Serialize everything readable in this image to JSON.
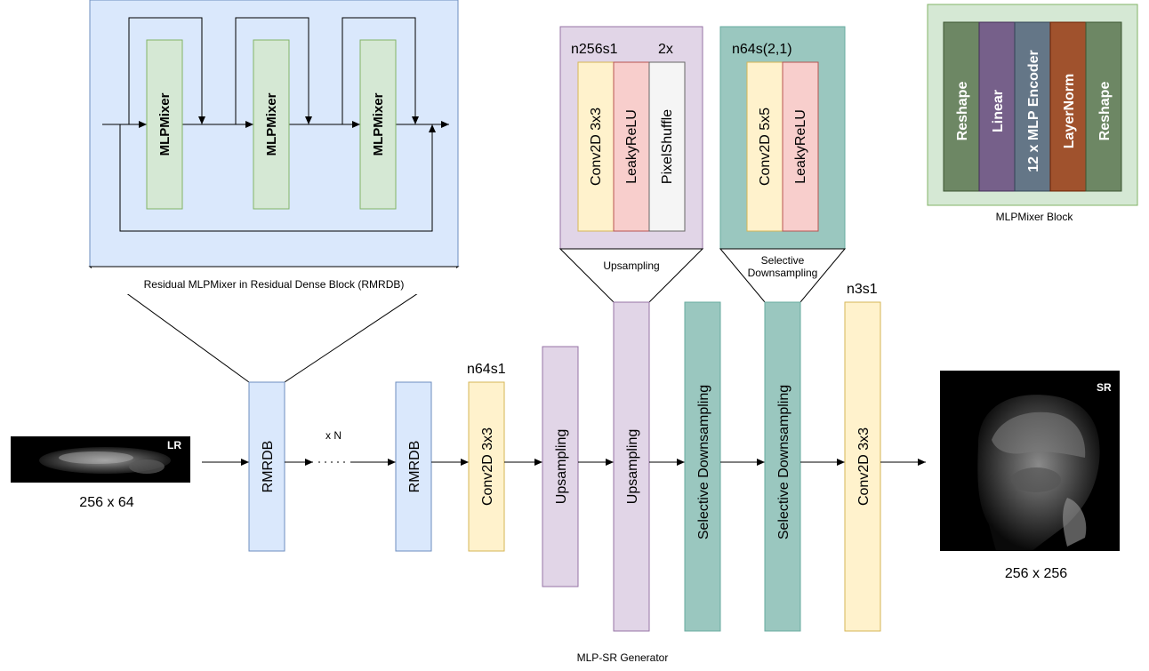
{
  "diagram": {
    "caption": "MLP-SR Generator",
    "input": {
      "tag": "LR",
      "size": "256 x 64"
    },
    "output": {
      "tag": "SR",
      "size": "256 x 256"
    },
    "repeat_label": "x N",
    "pipeline": {
      "rmrdb_1": "RMRDB",
      "rmrdb_2": "RMRDB",
      "conv_1": "Conv2D 3x3",
      "conv_1_param": "n64s1",
      "upsampling_1": "Upsampling",
      "upsampling_2": "Upsampling",
      "seldown_1": "Selective Downsampling",
      "seldown_2": "Selective Downsampling",
      "conv_2": "Conv2D 3x3",
      "conv_2_param": "n3s1"
    },
    "rmrdb_detail": {
      "caption": "Residual MLPMixer in Residual Dense Block (RMRDB)",
      "mixers": [
        "MLPMixer",
        "MLPMixer",
        "MLPMixer"
      ]
    },
    "upsampling_detail": {
      "caption": "Upsampling",
      "param_left": "n256s1",
      "param_right": "2x",
      "layers": [
        "Conv2D 3x3",
        "LeakyReLU",
        "PixelShuffle"
      ]
    },
    "seldown_detail": {
      "caption_line1": "Selective",
      "caption_line2": "Downsampling",
      "param": "n64s(2,1)",
      "layers": [
        "Conv2D 5x5",
        "LeakyReLU"
      ]
    },
    "mixer_block": {
      "caption": "MLPMixer Block",
      "layers": [
        "Reshape",
        "Linear",
        "12 x MLP Encoder",
        "LayerNorm",
        "Reshape"
      ]
    },
    "colors": {
      "rmrdb_fill": "#dae8fc",
      "rmrdb_stroke": "#6c8ebf",
      "mixer_fill": "#d5e8d4",
      "mixer_stroke": "#82b366",
      "conv_fill": "#fff2cc",
      "conv_stroke": "#d6b656",
      "up_fill": "#e1d5e7",
      "up_stroke": "#9673a6",
      "down_fill": "#9ac7bf",
      "down_stroke": "#67ab9f",
      "relu_fill": "#f8cecc",
      "relu_stroke": "#b85450",
      "pixel_fill": "#f5f5f5",
      "reshape_fill": "#6d8764",
      "linear_fill": "#76608a",
      "encoder_fill": "#647687",
      "layernorm_fill": "#a0522d"
    }
  }
}
